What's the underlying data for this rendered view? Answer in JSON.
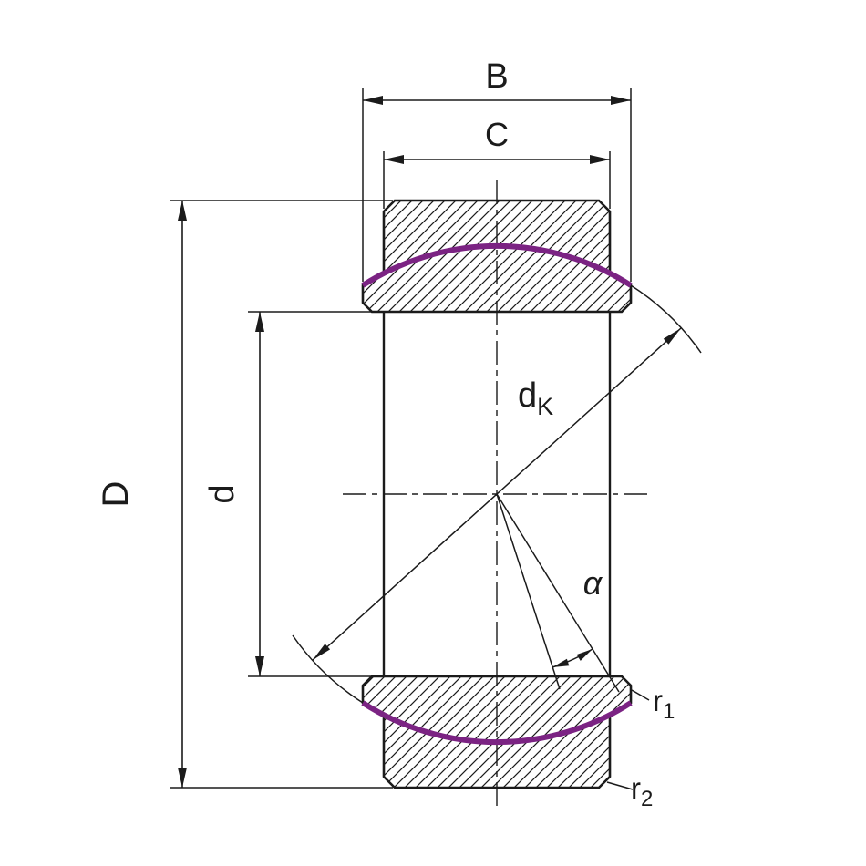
{
  "drawing": {
    "type": "spherical-plain-bearing-section-drawing",
    "labels": {
      "B": "B",
      "C": "C",
      "D": "D",
      "d": "d",
      "dk_base": "d",
      "dk_sub": "K",
      "alpha": "α",
      "r1_base": "r",
      "r1_sub": "1",
      "r2_base": "r",
      "r2_sub": "2"
    }
  },
  "colors": {
    "outline": "#1b1b1b",
    "sliding_surface": "#7b2383",
    "background": "#ffffff"
  }
}
